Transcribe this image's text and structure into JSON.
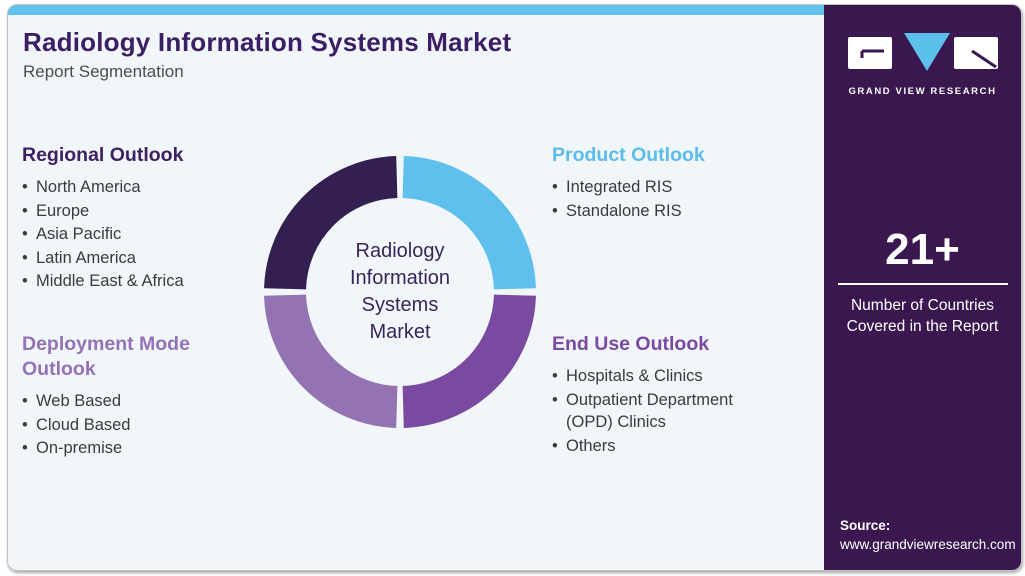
{
  "header": {
    "title": "Radiology Information Systems Market",
    "subtitle": "Report Segmentation"
  },
  "colors": {
    "accent_bar": "#62C1ED",
    "card_bg": "#F1F6FA",
    "sidebar_bg": "#3A174E",
    "title": "#3B1E63",
    "logo_triangle": "#5BC0EB"
  },
  "sections": {
    "regional": {
      "heading": "Regional Outlook",
      "color": "#3E2160",
      "items": [
        "North America",
        "Europe",
        "Asia Pacific",
        "Latin America",
        "Middle East & Africa"
      ]
    },
    "product": {
      "heading": "Product Outlook",
      "color": "#5BBCE9",
      "items": [
        "Integrated RIS",
        "Standalone RIS"
      ]
    },
    "deployment": {
      "heading": "Deployment Mode Outlook",
      "color": "#9472B4",
      "items": [
        "Web Based",
        "Cloud Based",
        "On-premise"
      ]
    },
    "enduse": {
      "heading": "End Use Outlook",
      "color": "#7A4AA0",
      "items": [
        "Hospitals & Clinics",
        "Outpatient Department (OPD) Clinics",
        "Others"
      ]
    }
  },
  "chart_data": {
    "type": "pie",
    "donut": true,
    "title": "Radiology Information Systems Market",
    "center_label": "Radiology Information Systems Market",
    "center_label_lines": [
      "Radiology",
      "Information",
      "Systems",
      "Market"
    ],
    "start_angle_deg": -90,
    "direction": "clockwise",
    "segments": [
      {
        "name": "Product Outlook",
        "value": 25,
        "color": "#5FC0ED"
      },
      {
        "name": "End Use Outlook",
        "value": 25,
        "color": "#7A4AA0"
      },
      {
        "name": "Deployment Mode Outlook",
        "value": 25,
        "color": "#9473B3"
      },
      {
        "name": "Regional Outlook",
        "value": 25,
        "color": "#332051"
      }
    ]
  },
  "sidebar": {
    "brand": "GRAND VIEW RESEARCH",
    "stat_value": "21+",
    "stat_caption_line1": "Number of Countries",
    "stat_caption_line2": "Covered in the Report",
    "source_label": "Source:",
    "source_url": "www.grandviewresearch.com"
  }
}
